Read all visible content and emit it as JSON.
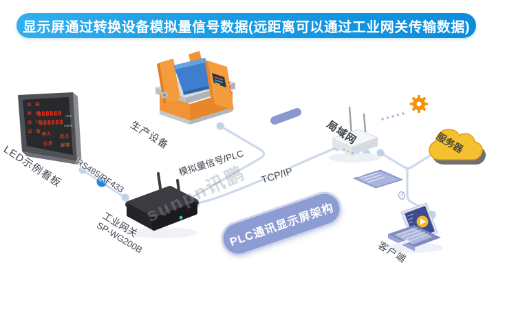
{
  "banner": {
    "text": "显示屏通过转换设备模拟量信号数据(远距离可以通过工业网关传输数据)"
  },
  "watermark": {
    "text": "sunpn讯鹏"
  },
  "nodes": {
    "led_board": {
      "label": "LED示例看板",
      "screen": {
        "row1": "线 路",
        "row2": "转 速",
        "row3": "运 行",
        "row4": "设 备",
        "digits1": "888888",
        "digits2": "888888",
        "unit1": "m/m",
        "unit2": "m/min",
        "extra1": "停火",
        "extra2": "总占",
        "extra3": "仪表",
        "extra4": "异常"
      }
    },
    "production": {
      "label": "生产设备"
    },
    "gateway": {
      "name": "工业网关",
      "model": "SP-WG200B"
    },
    "lan": {
      "label": "局域网"
    },
    "server": {
      "label": "服务器"
    },
    "client": {
      "label": "客户端"
    }
  },
  "links": {
    "rs485": {
      "label": "RS485/RF433"
    },
    "analog_plc": {
      "label": "模拟量信号/PLC"
    },
    "tcpip": {
      "label": "TCP/IP"
    }
  },
  "architecture_pill": {
    "label": "PLC通讯显示屏架构"
  },
  "colors": {
    "banner_from": "#33aeee",
    "banner_to": "#0d8cdb",
    "line": "#ccd9eb",
    "node_dot": "#b9cfe8",
    "active_dot": "#1f86d8",
    "pill_bg": "#8e9cd4",
    "pill_border": "#ccd4ec",
    "gear": "#f0930f",
    "cloud_yellow": "#f5c12e",
    "machine_orange": "#f59d3c",
    "gateway_black": "#2e2e33",
    "laptop_blue": "#3e4b90",
    "led_red": "#f04526"
  }
}
